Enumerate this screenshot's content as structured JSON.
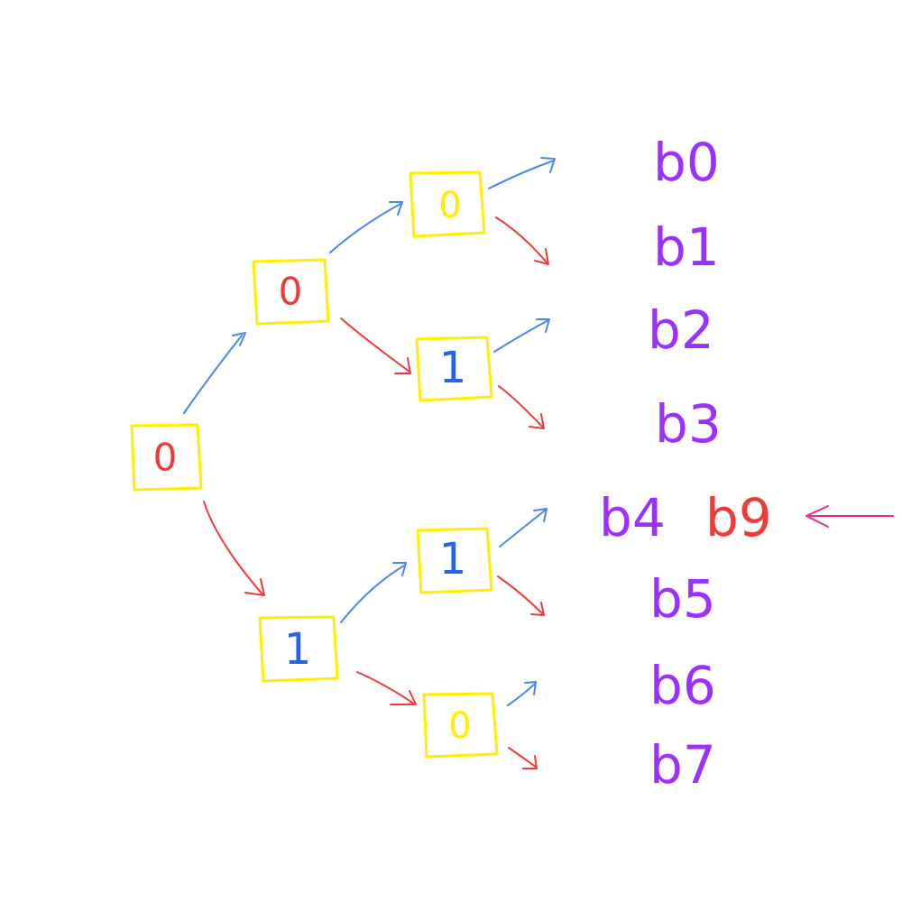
{
  "diagram": {
    "type": "binary-tree",
    "colors": {
      "box": "#ffee00",
      "zero_edge": "#4a86f0",
      "one_edge": "#f03a3a",
      "leaf_label": "#9b30ff",
      "highlight_label": "#f03a3a",
      "pointer": "#f0288c"
    },
    "nodes": [
      {
        "id": "root",
        "label": "0",
        "color": "#f03a3a"
      },
      {
        "id": "n0",
        "label": "0",
        "color": "#f03a3a"
      },
      {
        "id": "n1",
        "label": "1",
        "color": "#2563eb"
      },
      {
        "id": "n00",
        "label": "0",
        "color": "#ffee00"
      },
      {
        "id": "n01",
        "label": "1",
        "color": "#2563eb"
      },
      {
        "id": "n10",
        "label": "1",
        "color": "#2563eb"
      },
      {
        "id": "n11",
        "label": "0",
        "color": "#ffee00"
      }
    ],
    "leaves": [
      {
        "label": "b0"
      },
      {
        "label": "b1"
      },
      {
        "label": "b2"
      },
      {
        "label": "b3"
      },
      {
        "label": "b4",
        "extra": "b9"
      },
      {
        "label": "b5"
      },
      {
        "label": "b6"
      },
      {
        "label": "b7"
      }
    ],
    "pointer": {
      "direction": "left",
      "target": "b4 b9"
    }
  }
}
